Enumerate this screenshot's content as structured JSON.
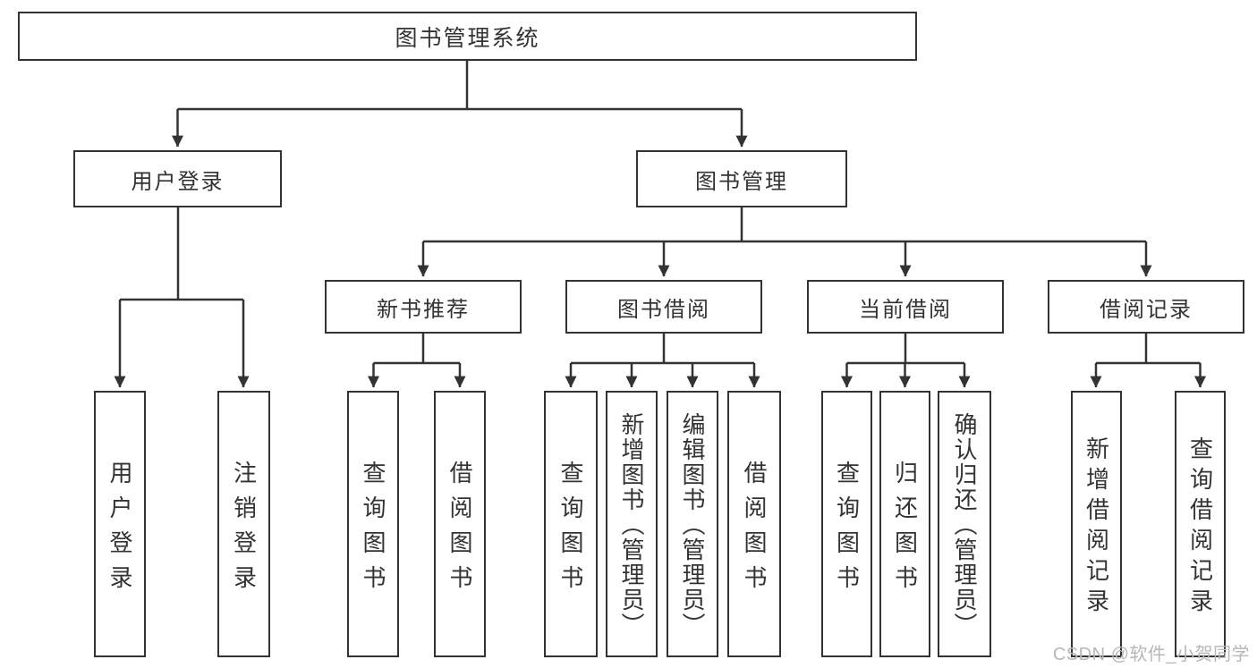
{
  "nodes": {
    "root": "图书管理系统",
    "user_login": "用户登录",
    "book_mgmt": "图书管理",
    "new_book_rec": "新书推荐",
    "book_borrow": "图书借阅",
    "current_borrow": "当前借阅",
    "borrow_records": "借阅记录",
    "ul_user_login": "用户登录",
    "ul_logout": "注销登录",
    "nb_query_books": "查询图书",
    "nb_borrow_books": "借阅图书",
    "bb_query_books": "查询图书",
    "bb_add_books": "新增图书（管理员）",
    "bb_edit_books": "编辑图书（管理员）",
    "bb_borrow_books": "借阅图书",
    "cb_query_books": "查询图书",
    "cb_return_books": "归还图书",
    "cb_confirm_return": "确认归还（管理员）",
    "br_add_record": "新增借阅记录",
    "br_query_record": "查询借阅记录"
  },
  "hierarchy": {
    "root": [
      "user_login",
      "book_mgmt"
    ],
    "user_login": [
      "ul_user_login",
      "ul_logout"
    ],
    "book_mgmt": [
      "new_book_rec",
      "book_borrow",
      "current_borrow",
      "borrow_records"
    ],
    "new_book_rec": [
      "nb_query_books",
      "nb_borrow_books"
    ],
    "book_borrow": [
      "bb_query_books",
      "bb_add_books",
      "bb_edit_books",
      "bb_borrow_books"
    ],
    "current_borrow": [
      "cb_query_books",
      "cb_return_books",
      "cb_confirm_return"
    ],
    "borrow_records": [
      "br_add_record",
      "br_query_record"
    ]
  },
  "watermark": {
    "text": "CSDN @软件_小贺同学",
    "color": "#b7b7b7"
  },
  "colors": {
    "line": "#333333",
    "border": "#333333",
    "text": "#333333",
    "background": "#ffffff"
  }
}
